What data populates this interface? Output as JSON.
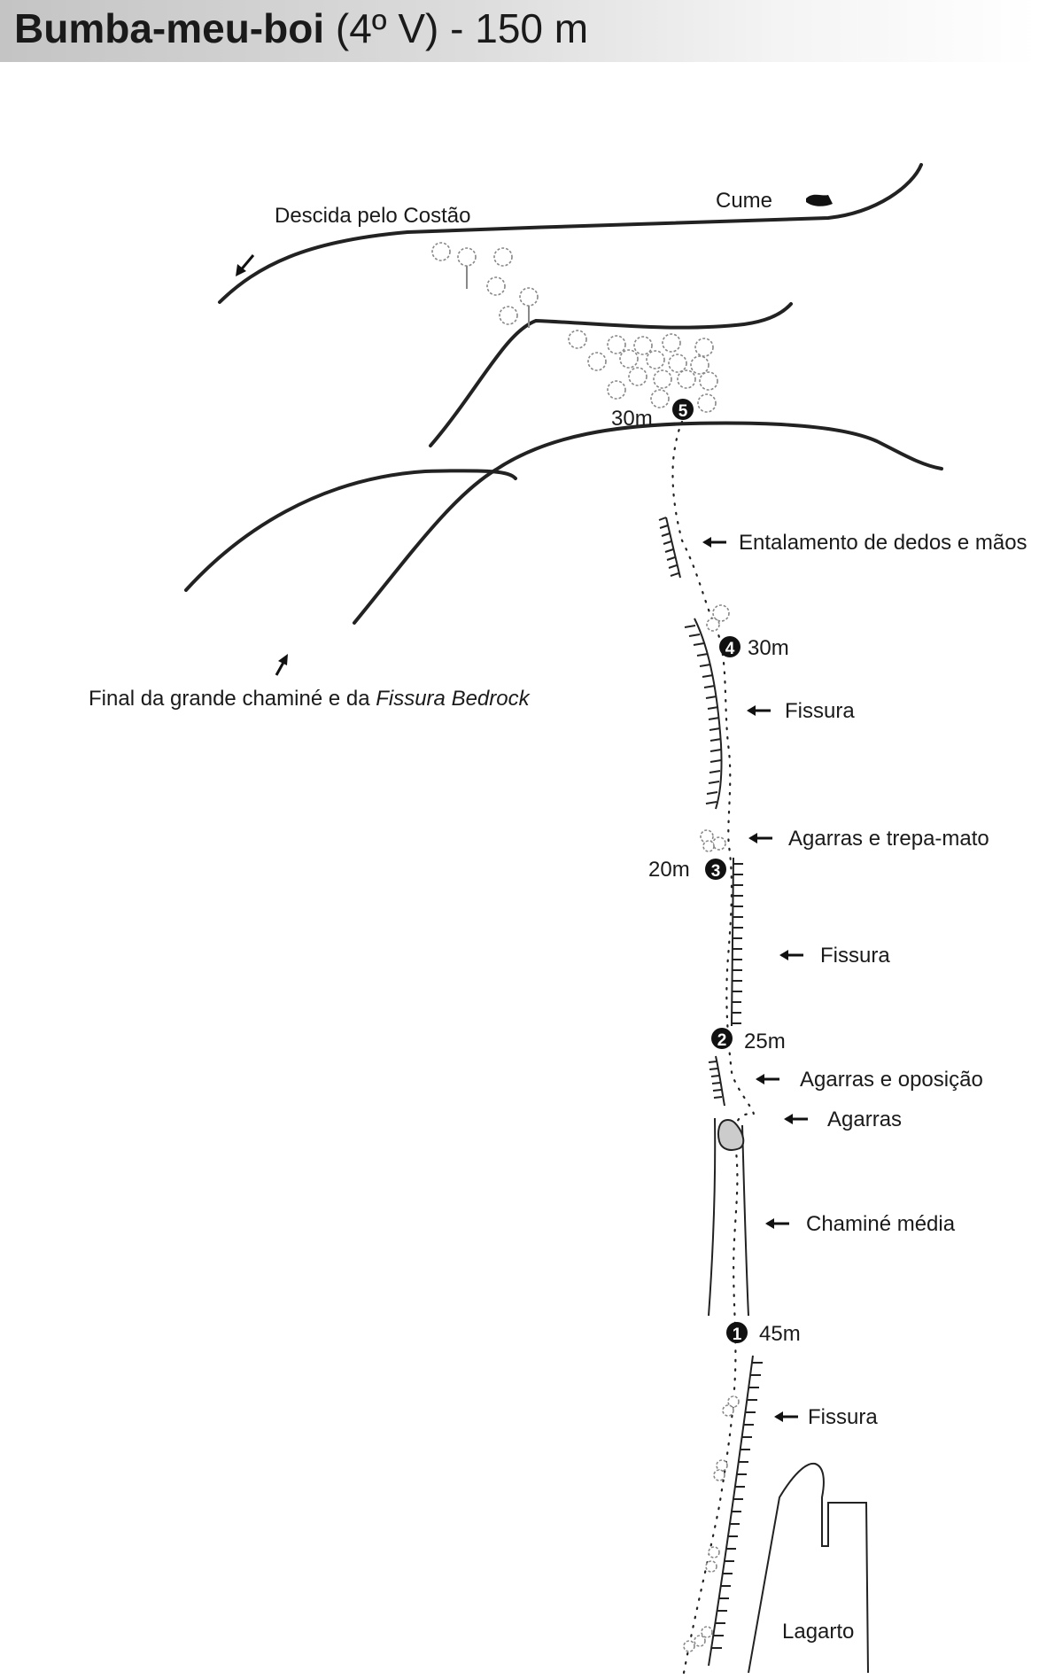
{
  "title": {
    "name": "Bumba-meu-boi",
    "grade_length": "(4º V) - 150 m"
  },
  "labels": {
    "descida": "Descida pelo Costão",
    "cume": "Cume",
    "final_a": "Final da grande chaminé e da ",
    "final_b": "Fissura Bedrock",
    "entalamento": "Entalamento de dedos e mãos",
    "fissura_1": "Fissura",
    "agarras_trepa": "Agarras e trepa-mato",
    "fissura_2": "Fissura",
    "agarras_oposicao": "Agarras e oposição",
    "agarras": "Agarras",
    "chamine_media": "Chaminé média",
    "fissura_3": "Fissura",
    "lagarto": "Lagarto"
  },
  "belays": [
    {
      "number": "1",
      "length": "45m"
    },
    {
      "number": "2",
      "length": "25m"
    },
    {
      "number": "3",
      "length": "20m"
    },
    {
      "number": "4",
      "length": "30m"
    },
    {
      "number": "5",
      "length": "30m"
    }
  ],
  "colors": {
    "ink": "#1a1a1a",
    "bush": "#888888",
    "boulder": "#cccccc"
  },
  "icons": [
    "arrow-left-icon",
    "arrow-diagonal-icon",
    "hand-icon",
    "bush-icon",
    "tree-icon",
    "belay-marker-icon"
  ]
}
